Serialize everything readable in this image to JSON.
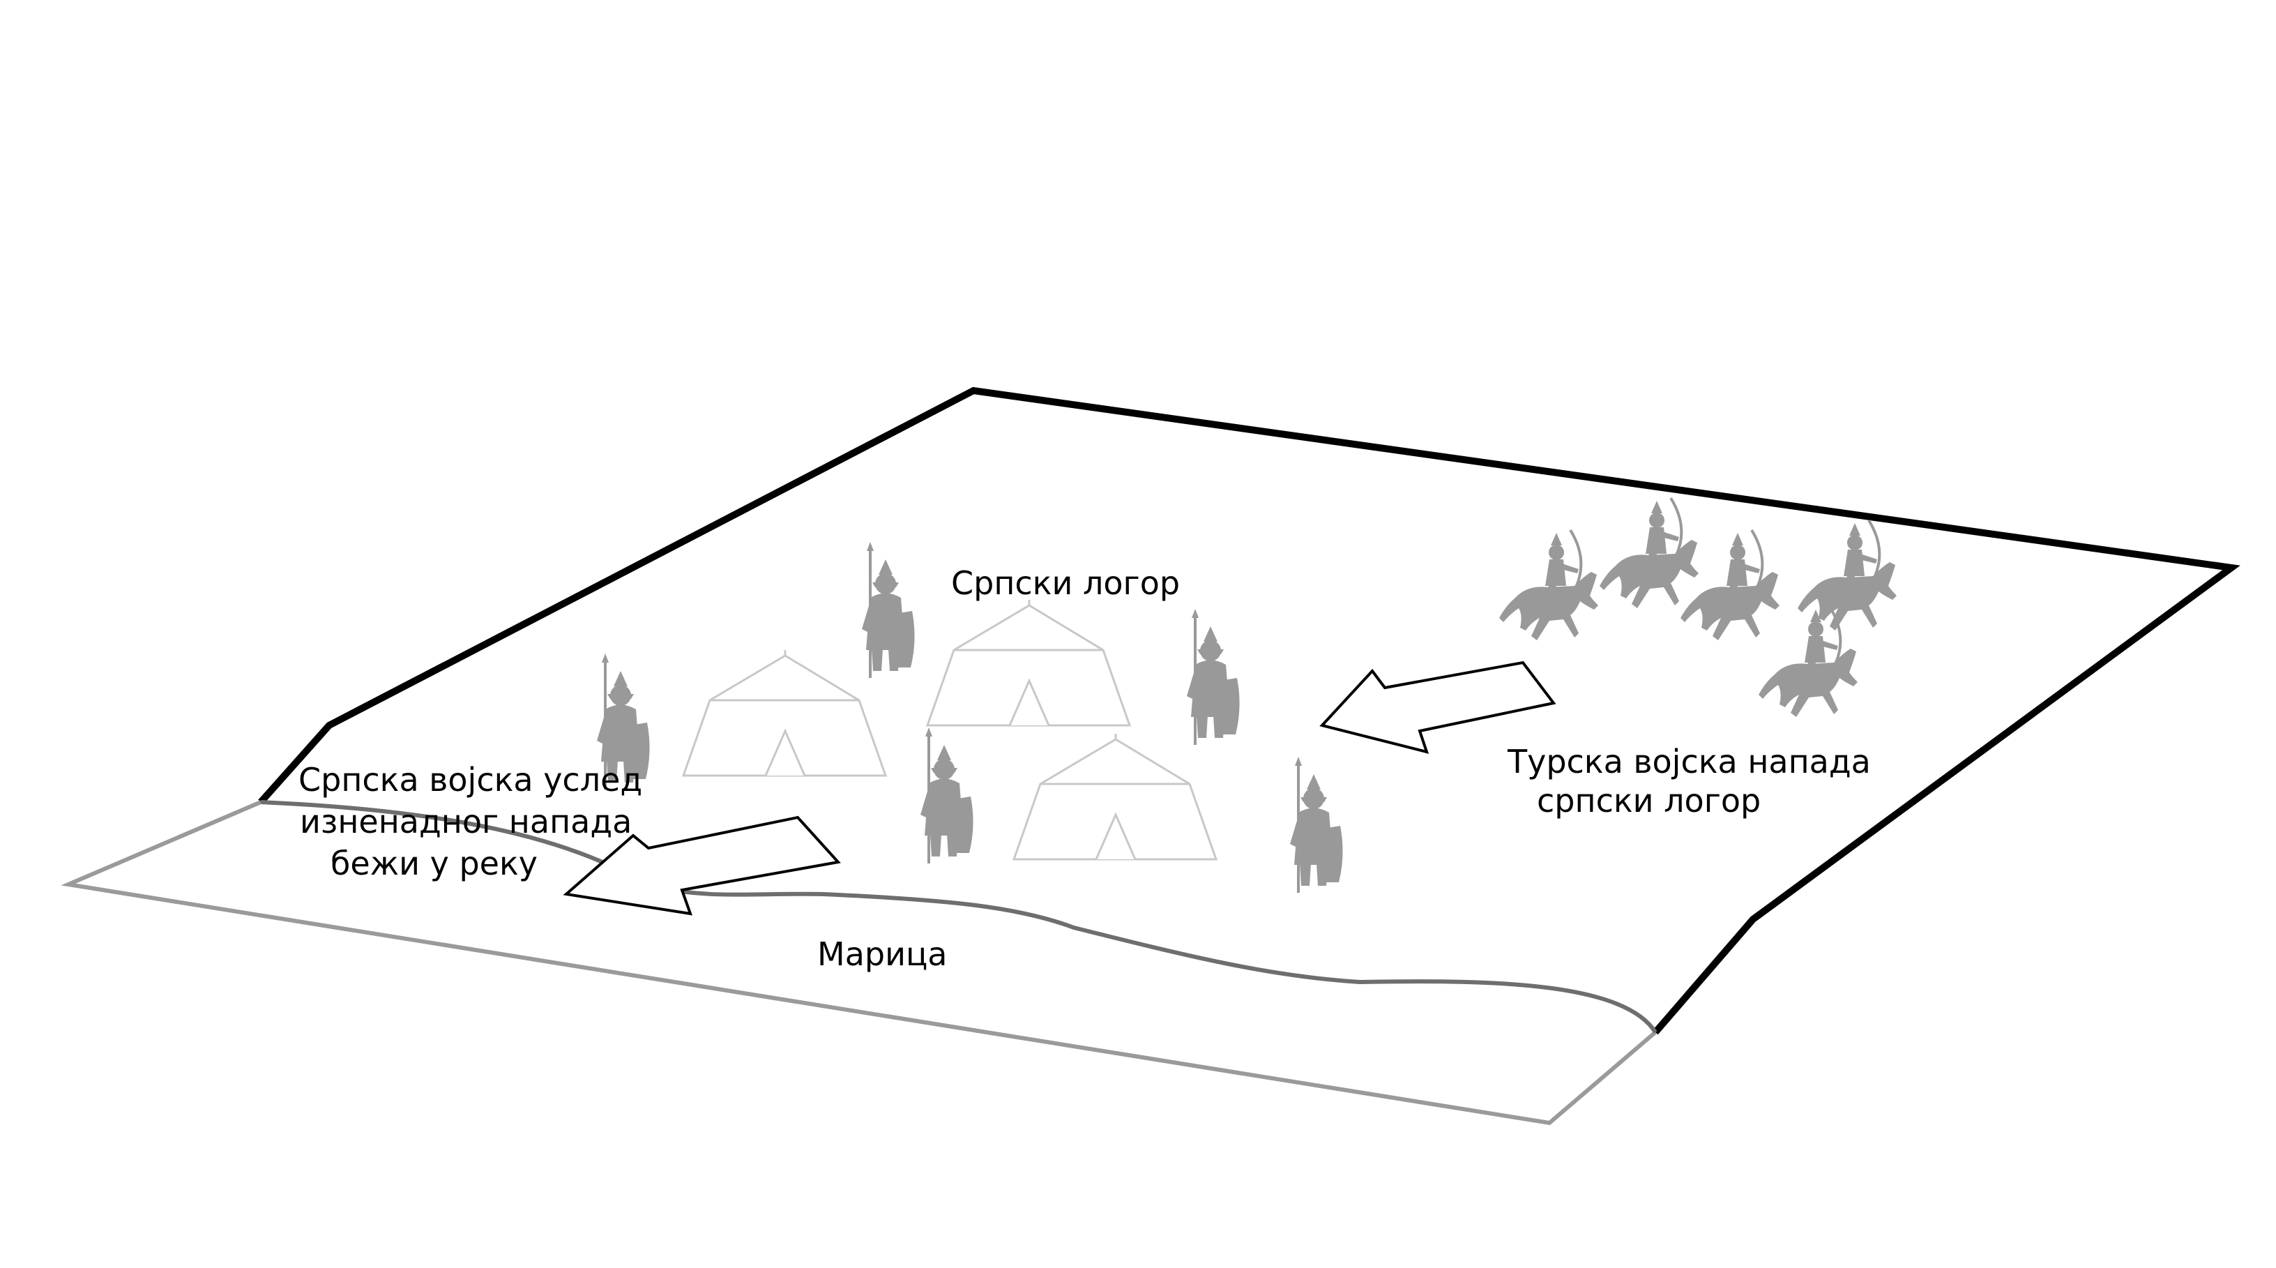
{
  "labels": {
    "camp": "Српски логор",
    "turkish_line1": "Турска војска напада",
    "turkish_line2": "српски логор",
    "serbian_line1": "Српска војска услед",
    "serbian_line2": "изненадног напада",
    "serbian_line3": "бежи у реку",
    "river": "Марица"
  },
  "colors": {
    "terrain_edge": "#000000",
    "river_bank": "#9a9a9a",
    "river_line": "#6e6e6e",
    "figures": "#999999",
    "tents": "#c8c8c8"
  },
  "icons": {
    "soldier": "foot-soldier-icon",
    "cavalry": "horse-archer-icon",
    "tent": "tent-icon",
    "arrow": "movement-arrow-icon"
  }
}
